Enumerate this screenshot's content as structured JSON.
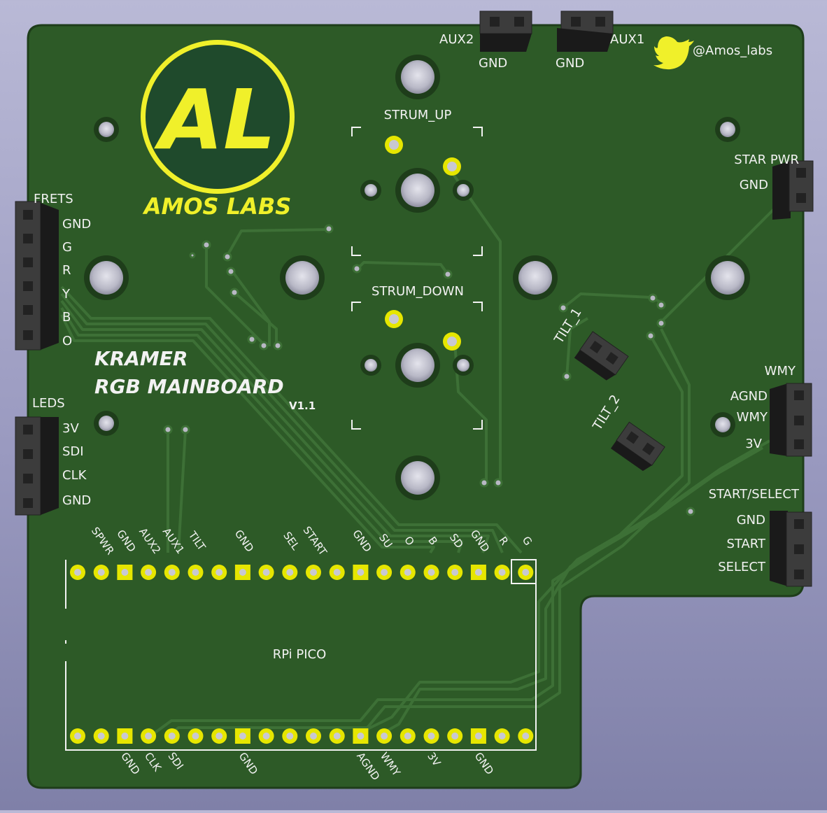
{
  "board": {
    "colors": {
      "pcb": "#2d5a27",
      "trace": "#3a6b33",
      "silk": "#f2f2f2",
      "pad": "#e6e600",
      "hole": "#c8c8d2",
      "header": "#3c3c3c"
    },
    "logo": {
      "monogram": "AL",
      "name": "AMOS LABS"
    },
    "twitter_handle": "@Amos_labs",
    "title_line1": "KRAMER",
    "title_line2": "RGB MAINBOARD",
    "version": "V1.1",
    "strum_up": "STRUM_UP",
    "strum_down": "STRUM_DOWN",
    "pico_label": "RPi PICO",
    "tilt1": "TILT_1",
    "tilt2": "TILT_2",
    "connectors": {
      "aux2": "AUX2",
      "aux2_gnd": "GND",
      "aux1": "AUX1",
      "aux1_gnd": "GND",
      "star_pwr": "STAR PWR",
      "star_gnd": "GND",
      "frets_title": "FRETS",
      "frets_pins": [
        "GND",
        "G",
        "R",
        "Y",
        "B",
        "O"
      ],
      "leds_title": "LEDS",
      "leds_pins": [
        "3V",
        "SDI",
        "CLK",
        "GND"
      ],
      "wmy_title": "WMY",
      "wmy_pins": [
        "AGND",
        "WMY",
        "3V"
      ],
      "ss_title": "START/SELECT",
      "ss_pins": [
        "GND",
        "START",
        "SELECT"
      ]
    },
    "pico_top_labels": [
      "SPWR",
      "GND",
      "AUX2",
      "AUX1",
      "TILT",
      "GND",
      "SEL",
      "START",
      "GND",
      "SU",
      "O",
      "B",
      "SD",
      "GND",
      "R",
      "G"
    ],
    "pico_bottom_labels": [
      "GND",
      "CLK",
      "SDI",
      "GND",
      "AGND",
      "WMY",
      "3V",
      "GND"
    ]
  }
}
